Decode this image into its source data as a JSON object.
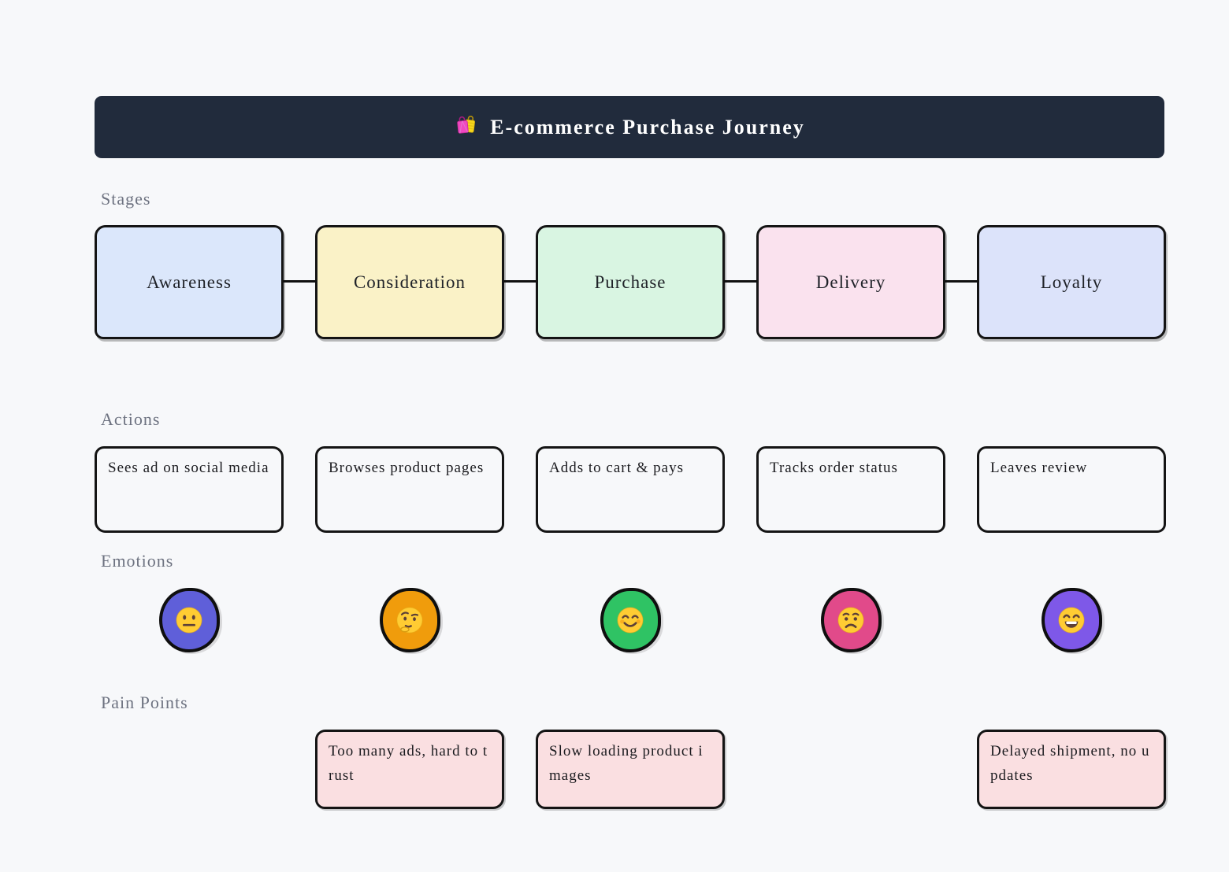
{
  "header": {
    "title": "E-commerce Purchase Journey",
    "icon": "shopping-bags-icon",
    "bg_color": "#212b3c",
    "text_color": "#ffffff"
  },
  "section_labels": {
    "stages": "Stages",
    "actions": "Actions",
    "emotions": "Emotions",
    "pain_points": "Pain Points"
  },
  "columns": [
    {
      "stage": "Awareness",
      "stage_color": "#dbe7fb",
      "action": "Sees ad on social media",
      "emotion": {
        "icon": "neutral-face-icon",
        "color": "#5f5fd9"
      }
    },
    {
      "stage": "Consideration",
      "stage_color": "#faf2c7",
      "action": "Browses product pages",
      "emotion": {
        "icon": "thinking-face-icon",
        "color": "#f09c0c"
      },
      "pain_point": "Too many ads, hard to trust"
    },
    {
      "stage": "Purchase",
      "stage_color": "#d9f5e2",
      "action": "Adds to cart & pays",
      "emotion": {
        "icon": "smiling-face-icon",
        "color": "#2fc364"
      },
      "pain_point": "Slow loading product images"
    },
    {
      "stage": "Delivery",
      "stage_color": "#fae2ee",
      "action": "Tracks order status",
      "emotion": {
        "icon": "worried-face-icon",
        "color": "#e14a8a"
      }
    },
    {
      "stage": "Loyalty",
      "stage_color": "#dce3fa",
      "action": "Leaves review",
      "emotion": {
        "icon": "grinning-face-icon",
        "color": "#7e58e8"
      },
      "pain_point": "Delayed shipment, no updates"
    }
  ],
  "colors": {
    "canvas_bg": "#f7f8fa",
    "shape_border": "#141414",
    "label_text": "#6d7280",
    "body_text": "#1b1b1f",
    "pain_fill": "#fadfe1"
  }
}
